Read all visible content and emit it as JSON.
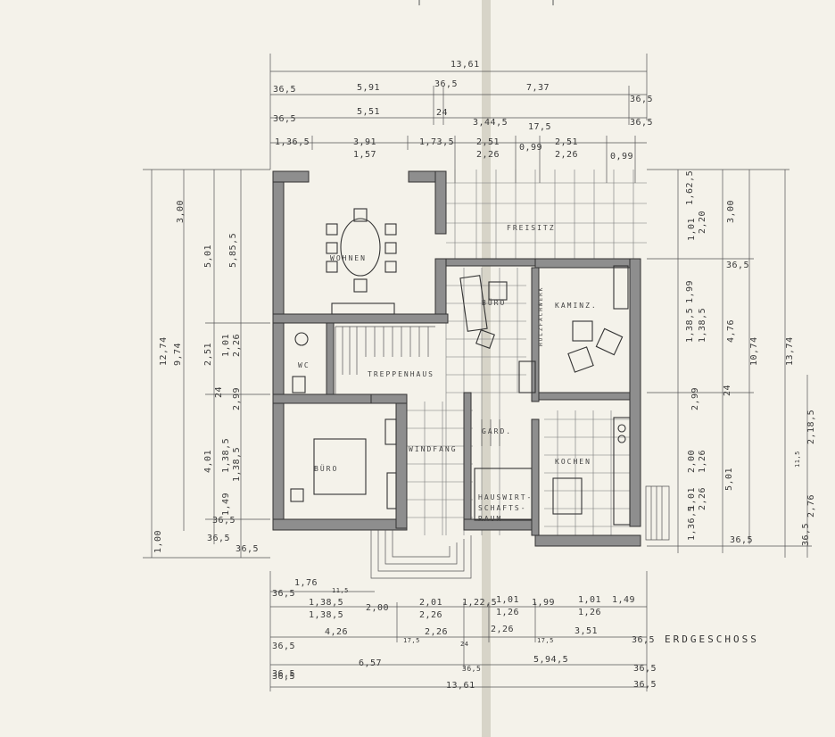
{
  "plan": {
    "title": "ERDGESCHOSS",
    "rooms": {
      "wohnen": "WOHNEN",
      "buero_top": "BÜRO",
      "kaminz": "KAMINZ.",
      "holzfach": "HOLZFACHWERK",
      "freisitz": "FREISITZ",
      "wc": "WC",
      "treppenhaus": "TREPPENHAUS",
      "buero_bottom": "BÜRO",
      "windfang": "WINDFANG",
      "gard": "GARD.",
      "kochen": "KOCHEN",
      "hausw1": "HAUSWIRT-",
      "hausw2": "SCHAFTS-",
      "hausw3": "RAUM"
    },
    "dims_top": {
      "r1": [
        "13,61"
      ],
      "r2": [
        "36,5",
        "5,91",
        "36,5",
        "7,37",
        "36,5"
      ],
      "r3": [
        "36,5",
        "5,51",
        "24",
        "3,44,5",
        "17,5",
        "36,5"
      ],
      "r4": [
        "1,36,5",
        "3,91",
        "1,57",
        "1,73,5",
        "2,51",
        "2,26",
        "0,99",
        "2,51",
        "2,26",
        "0,99"
      ]
    },
    "dims_bottom": {
      "r1": [
        "36,5",
        "1,76",
        "11,5"
      ],
      "r2": [
        "1,38,5",
        "1,38,5",
        "2,00",
        "2,01",
        "2,26",
        "1,22,5",
        "1,01",
        "1,26",
        "1,99",
        "1,01",
        "1,26",
        "1,49"
      ],
      "r3": [
        "36,5",
        "4,26",
        "17,5",
        "2,26",
        "24",
        "2,26",
        "17,5",
        "3,51",
        "36,5"
      ],
      "r4": [
        "36,5",
        "6,57",
        "36,5",
        "5,94,5",
        "36,5"
      ],
      "r5": [
        "36,5",
        "13,61",
        "36,5"
      ]
    },
    "dims_left": [
      "12,74",
      "9,74",
      "3,00",
      "5,01",
      "5,85,5",
      "2,51",
      "1,01",
      "2,26",
      "24",
      "2,99",
      "4,01",
      "1,38,5",
      "1,38,5",
      "1,49",
      "36,5",
      "1,00",
      "36,5",
      "36,5"
    ],
    "dims_right": [
      "13,74",
      "10,74",
      "3,00",
      "1,62,5",
      "2,20",
      "1,01",
      "1,99",
      "36,5",
      "1,38,5",
      "1,38,5",
      "4,76",
      "2,99",
      "24",
      "2,00",
      "1,26",
      "5,01",
      "1,01",
      "2,26",
      "1,36,5",
      "36,5",
      "2,18,5",
      "11,5",
      "2,76",
      "36,5"
    ]
  }
}
